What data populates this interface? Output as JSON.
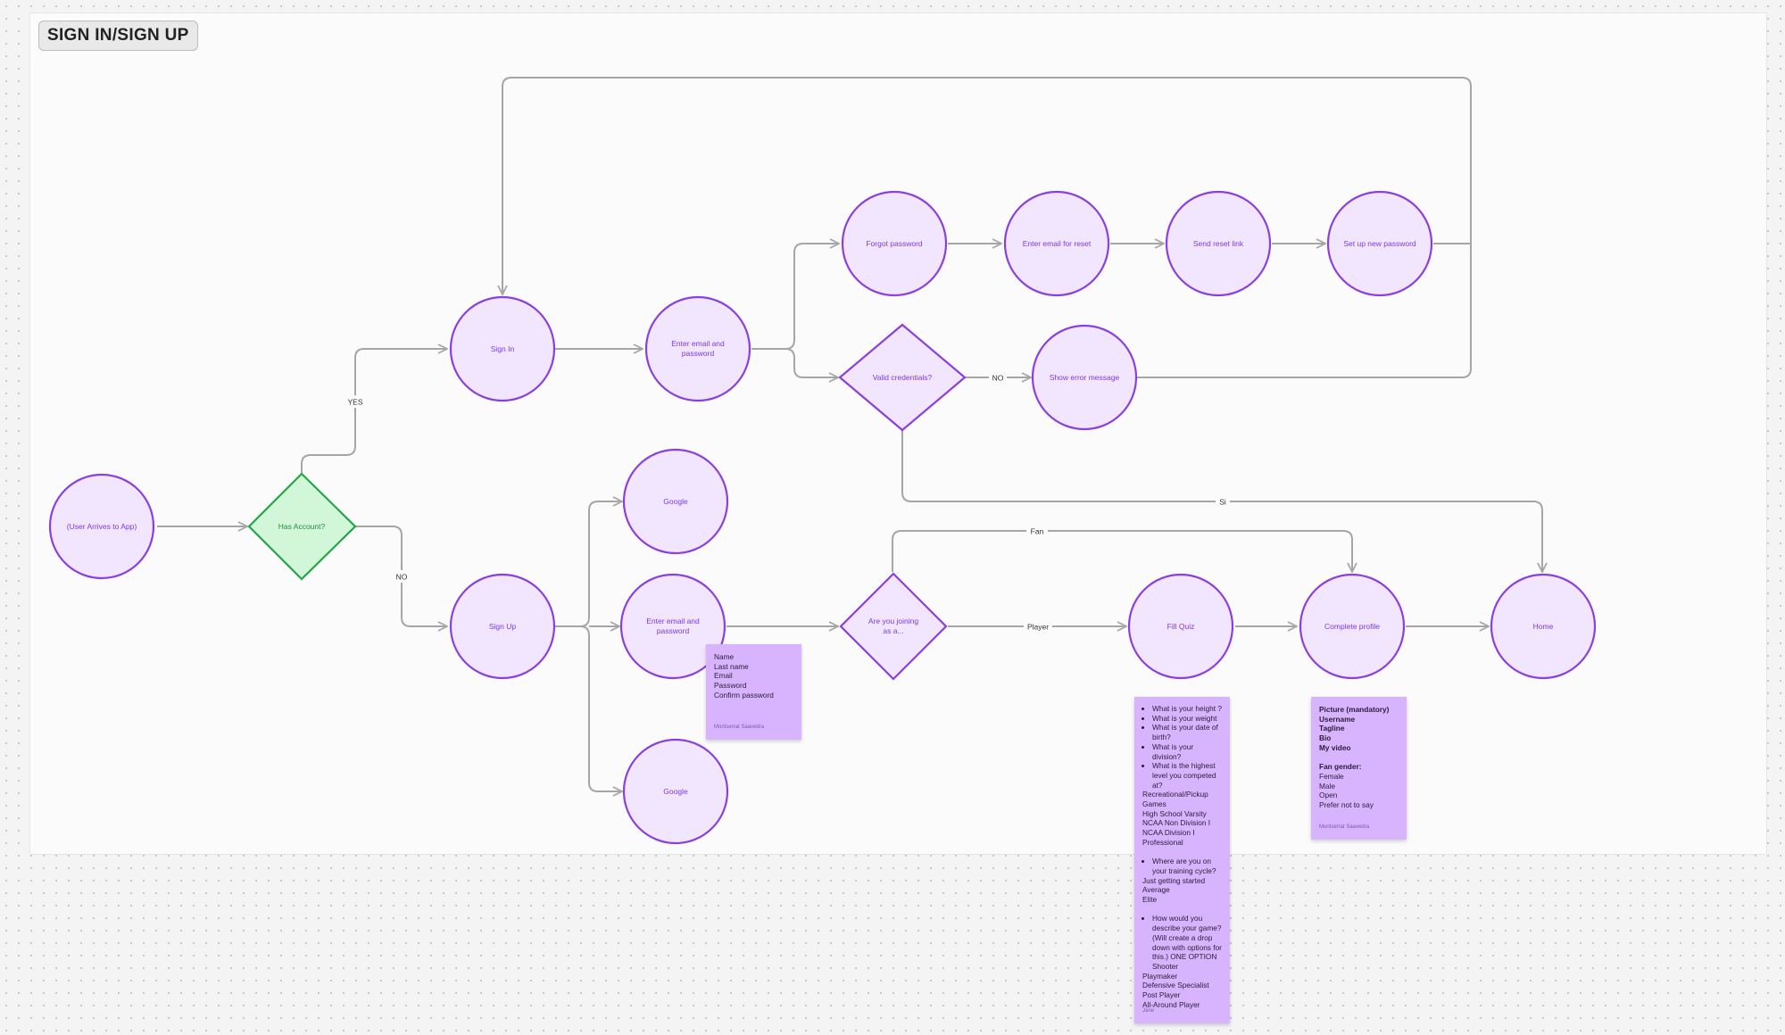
{
  "section": {
    "title": "SIGN IN/SIGN UP"
  },
  "nodes": {
    "user_arrives": "(User Arrives to App)",
    "has_account": "Has Account?",
    "sign_in": "Sign In",
    "enter_email_signin": [
      "Enter email and",
      "password"
    ],
    "forgot_password": "Forgot password",
    "enter_email_reset": "Enter email for reset",
    "send_reset_link": "Send reset link",
    "set_new_password": "Set up new password",
    "valid_credentials": "Valid credentials?",
    "show_error": "Show error message",
    "google_top": "Google",
    "sign_up": "Sign Up",
    "enter_email_signup": [
      "Enter email and",
      "password"
    ],
    "google_bottom": "Google",
    "joining_as": [
      "Are you joining",
      "as a..."
    ],
    "fill_quiz": "Fill Quiz",
    "complete_profile": "Complete profile",
    "home": "Home"
  },
  "edge_labels": {
    "yes": "YES",
    "no": "NO",
    "no_valid": "NO",
    "si": "Si",
    "fan": "Fan",
    "player": "Player"
  },
  "notes": {
    "signup_fields": {
      "lines": [
        "Name",
        "Last name",
        "Email",
        "Password",
        "Confirm password"
      ],
      "author": "Montserrat Saavedra"
    },
    "quiz": {
      "q1": [
        "What is your height ?",
        "What is your weight",
        "What is your date of birth?",
        "What is your division?",
        "What is the highest level you competed at?"
      ],
      "levels": [
        "Recreational/Pickup Games",
        "High School Varsity",
        "NCAA Non Division I",
        "NCAA Division I",
        "Professional"
      ],
      "q2": [
        "Where are you on your training cycle?"
      ],
      "cycle": [
        "Just getting started",
        "Average",
        "Elite"
      ],
      "q3": [
        "How would you describe your game? (Will create a drop down with options for this.) ONE OPTION Shooter"
      ],
      "styles": [
        "Playmaker",
        "Defensive Specialist",
        "Post Player",
        "All-Around Player"
      ],
      "author": "Jane"
    },
    "profile": {
      "bold_lines": [
        "Picture (mandatory)",
        "Username",
        "Tagline",
        "Bio",
        "My video"
      ],
      "gender_heading": "Fan gender:",
      "gender_options": [
        "Female",
        "Male",
        "Open",
        "Prefer not to say"
      ],
      "author": "Montserrat Saavedra"
    }
  },
  "colors": {
    "node_fill": "#f2e6ff",
    "node_stroke": "#8a3fe0",
    "decision_green_fill": "#d2f7d8",
    "decision_green_stroke": "#23a548",
    "connector": "#a6a6a6",
    "sticky_note": "#d8b4fe"
  }
}
